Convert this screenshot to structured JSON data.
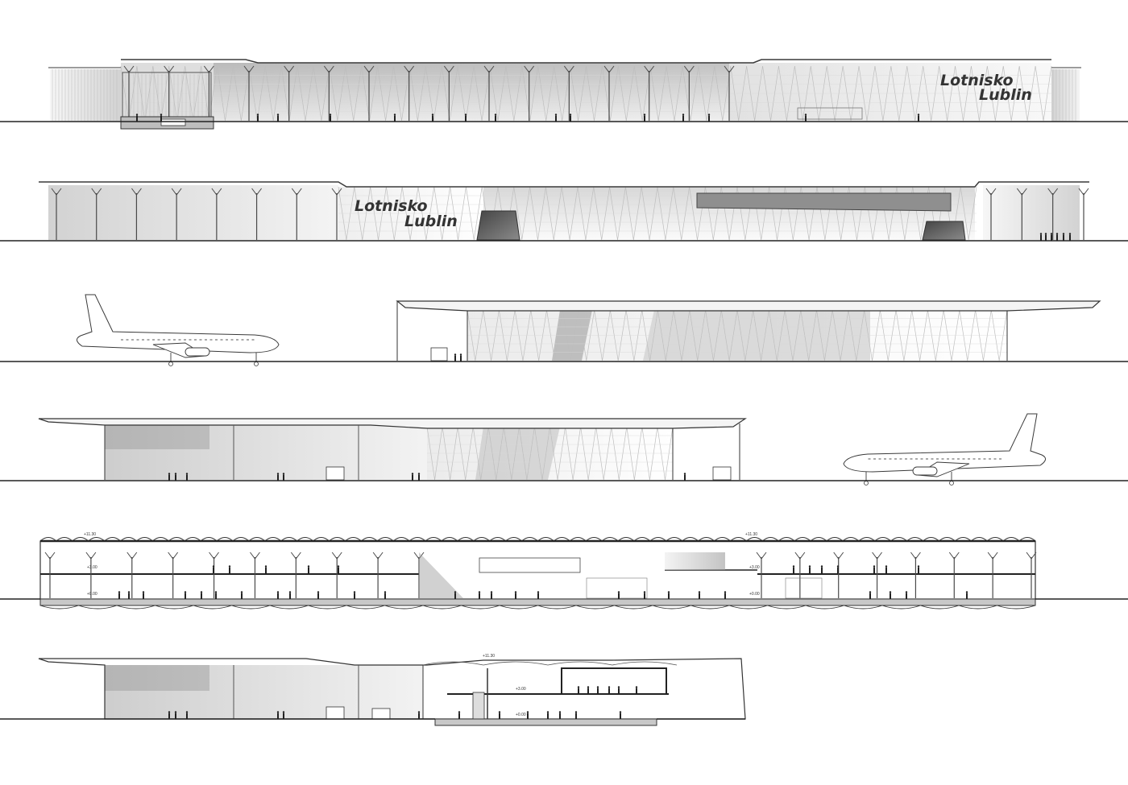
{
  "drawing": {
    "elevation_north": {
      "logo_line1": "Lotnisko",
      "logo_line2": "Lublin"
    },
    "elevation_south": {
      "logo_line1": "Lotnisko",
      "logo_line2": "Lublin"
    },
    "section_long": {
      "levels": {
        "roof_left": "+11.30",
        "roof_right": "+11.30",
        "first_floor": "+3.00",
        "ground_floor": "+0.00",
        "first_floor_right": "+3.00",
        "ground_floor_right": "+0.00"
      }
    },
    "section_cross": {
      "levels": {
        "roof": "+11.30",
        "first_floor": "+3.00",
        "ground_floor": "+0.00"
      }
    }
  },
  "colors": {
    "line": "#3a3a3a",
    "light": "#bdbdbd",
    "shade": "#9a9a9a",
    "ground": "#222222"
  }
}
